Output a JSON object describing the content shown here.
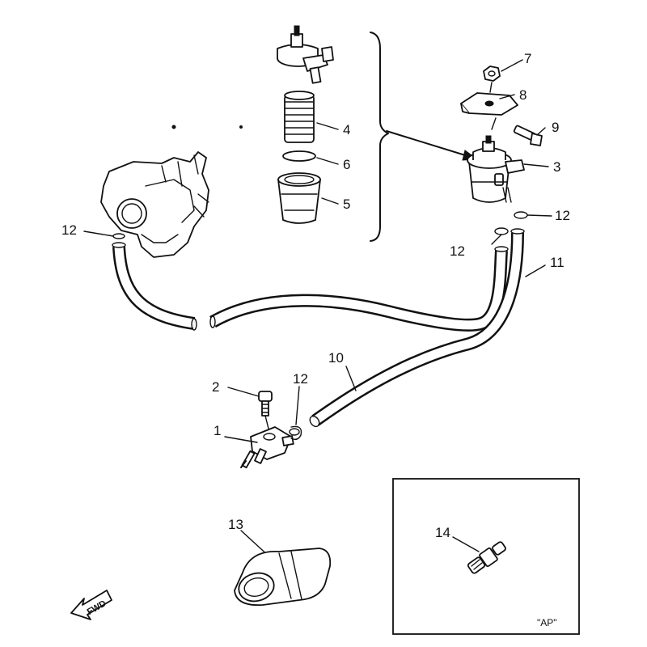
{
  "callouts": {
    "c1": "1",
    "c2": "2",
    "c3": "3",
    "c4": "4",
    "c5": "5",
    "c6": "6",
    "c7": "7",
    "c8": "8",
    "c9": "9",
    "c10": "10",
    "c11": "11",
    "c12": "12",
    "c13": "13",
    "c14": "14"
  },
  "fwd_label": "FWD",
  "inset_label": "\"AP\"",
  "colors": {
    "ink": "#111111",
    "paper": "#ffffff"
  }
}
